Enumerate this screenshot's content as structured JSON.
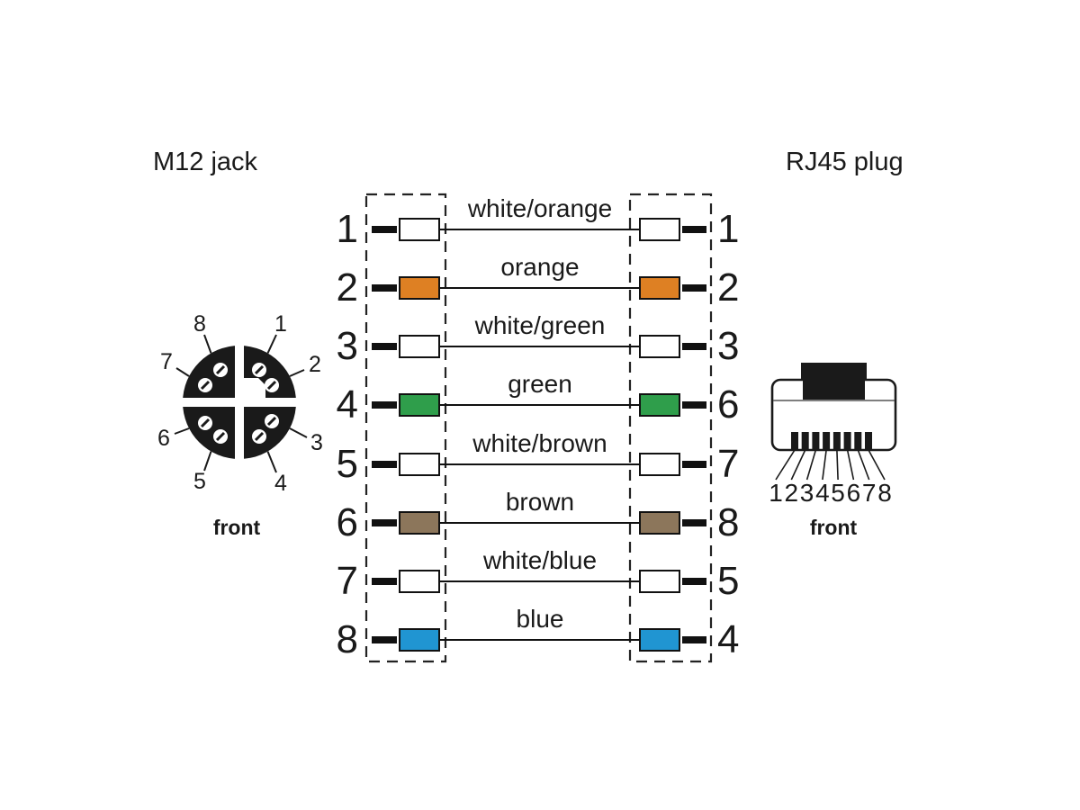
{
  "titles": {
    "left": "M12 jack",
    "right": "RJ45 plug"
  },
  "m12": {
    "front_label": "front",
    "pin_labels": [
      "1",
      "2",
      "3",
      "4",
      "5",
      "6",
      "7",
      "8"
    ]
  },
  "rj45": {
    "front_label": "front",
    "pin_labels": [
      "1",
      "2",
      "3",
      "4",
      "5",
      "6",
      "7",
      "8"
    ]
  },
  "wires": [
    {
      "m12_pin": "1",
      "label": "white/orange",
      "rj45_pin": "1",
      "color": "#ffffff"
    },
    {
      "m12_pin": "2",
      "label": "orange",
      "rj45_pin": "2",
      "color": "#de8023"
    },
    {
      "m12_pin": "3",
      "label": "white/green",
      "rj45_pin": "3",
      "color": "#ffffff"
    },
    {
      "m12_pin": "4",
      "label": "green",
      "rj45_pin": "6",
      "color": "#2f9e4b"
    },
    {
      "m12_pin": "5",
      "label": "white/brown",
      "rj45_pin": "7",
      "color": "#ffffff"
    },
    {
      "m12_pin": "6",
      "label": "brown",
      "rj45_pin": "8",
      "color": "#8c765b"
    },
    {
      "m12_pin": "7",
      "label": "white/blue",
      "rj45_pin": "5",
      "color": "#ffffff"
    },
    {
      "m12_pin": "8",
      "label": "blue",
      "rj45_pin": "4",
      "color": "#2095d2"
    }
  ],
  "colors": {
    "line": "#111111",
    "connector": "#1a1a1a",
    "orange": "#de8023",
    "green": "#2f9e4b",
    "brown": "#8c765b",
    "blue": "#2095d2"
  }
}
